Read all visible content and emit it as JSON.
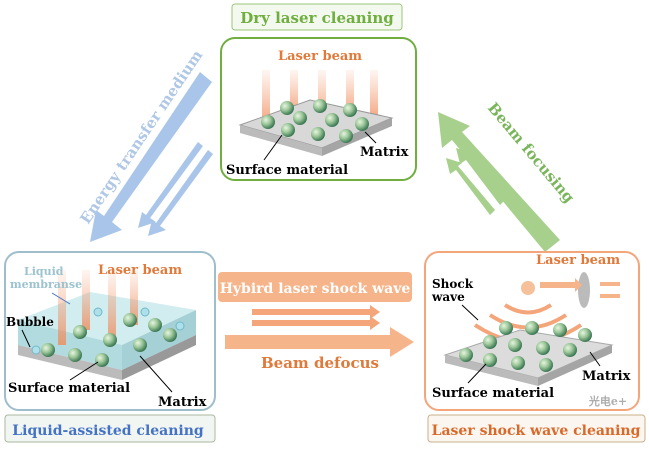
{
  "top": {
    "title": "Dry laser cleaning",
    "laser_beam": "Laser beam",
    "surface_material": "Surface material",
    "matrix": "Matrix"
  },
  "left": {
    "title": "Liquid-assisted cleaning",
    "laser_beam": "Laser beam",
    "liquid_line1": "Liquid",
    "liquid_line2": "membranse",
    "bubble": "Bubble",
    "surface_material": "Surface material",
    "matrix": "Matrix"
  },
  "right": {
    "title": "Laser shock wave cleaning",
    "laser_beam": "Laser beam",
    "shock_line1": "Shock",
    "shock_line2": "wave",
    "surface_material": "Surface material",
    "matrix": "Matrix"
  },
  "arrows": {
    "energy": "Energy transfer medium",
    "focusing": "Beam focusing",
    "hybrid": "Hybird laser shock wave",
    "defocus": "Beam defocus"
  },
  "watermark": "光电e+",
  "colors": {
    "green": "#6fae3f",
    "blue": "#4472c4",
    "orange": "#e07a3a",
    "orange_light": "#f6b48a",
    "blue_arrow": "#a9c6ea",
    "green_arrow": "#a8d08d"
  }
}
